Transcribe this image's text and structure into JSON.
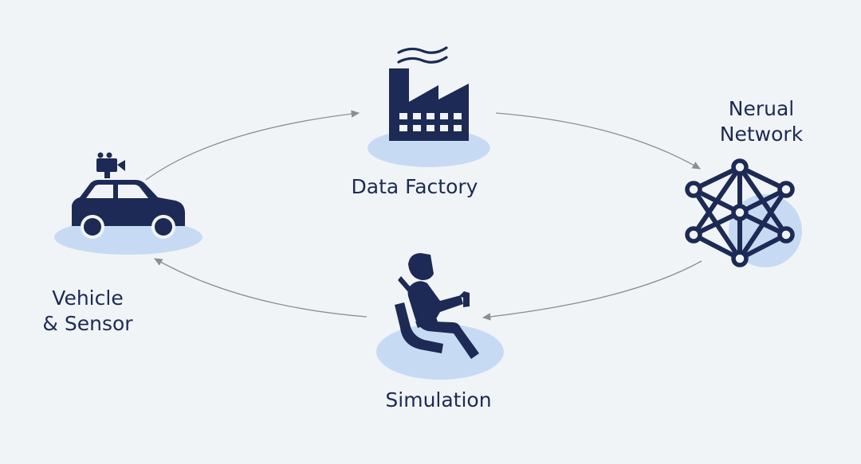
{
  "diagram": {
    "type": "cycle",
    "colors": {
      "background": "#f1f4f7",
      "icon": "#1c2a55",
      "highlight": "#c6dbf3",
      "arrow": "#8a8f96",
      "text": "#1c2a55"
    },
    "nodes": {
      "data_factory": {
        "label": "Data Factory",
        "icon": "factory-icon"
      },
      "neural_network": {
        "label_line1": "Nerual",
        "label_line2": "Network",
        "icon": "neural-network-icon"
      },
      "simulation": {
        "label": "Simulation",
        "icon": "driver-seat-icon"
      },
      "vehicle_sensor": {
        "label_line1": "Vehicle",
        "label_line2": "& Sensor",
        "icon": "car-with-camera-icon"
      }
    },
    "cycle_order": [
      "vehicle_sensor",
      "data_factory",
      "neural_network",
      "simulation",
      "vehicle_sensor"
    ]
  }
}
